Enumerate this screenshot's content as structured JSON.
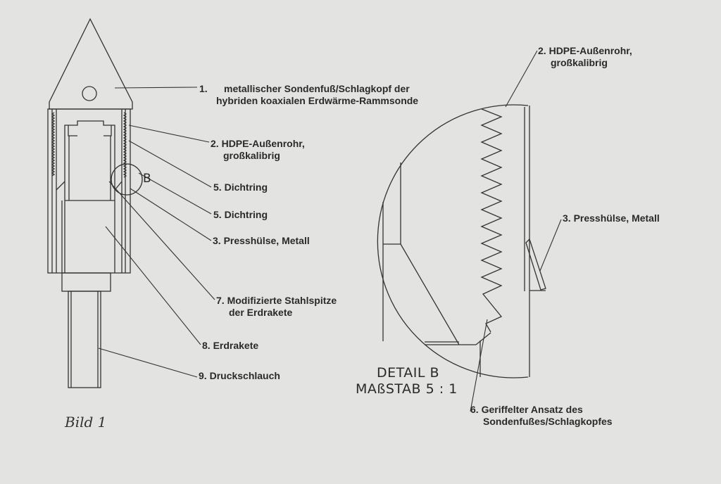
{
  "figure_label": "Bild 1",
  "detail_marker": "B",
  "main_labels": [
    {
      "num": "1.",
      "lines": [
        "metallischer Sondenfuß/Schlagkopf der",
        "hybriden koaxialen Erdwärme-Rammsonde"
      ]
    },
    {
      "num": "2.",
      "lines": [
        "HDPE-Außenrohr,",
        "großkalibrig"
      ]
    },
    {
      "num": "5.",
      "lines": [
        "Dichtring"
      ]
    },
    {
      "num": "5.",
      "lines": [
        "Dichtring"
      ]
    },
    {
      "num": "3.",
      "lines": [
        "Presshülse, Metall"
      ]
    },
    {
      "num": "7.",
      "lines": [
        "Modifizierte Stahlspitze",
        "der Erdrakete"
      ]
    },
    {
      "num": "8.",
      "lines": [
        "Erdrakete"
      ]
    },
    {
      "num": "9.",
      "lines": [
        "Druckschlauch"
      ]
    }
  ],
  "detail": {
    "title": "DETAIL B",
    "scale": "MAßSTAB 5 : 1",
    "labels": [
      {
        "num": "2.",
        "lines": [
          "HDPE-Außenrohr,",
          "großkalibrig"
        ]
      },
      {
        "num": "3.",
        "lines": [
          "Presshülse, Metall"
        ]
      },
      {
        "num": "6.",
        "lines": [
          "Geriffelter Ansatz des",
          "Sondenfußes/Schlagkopfes"
        ]
      }
    ]
  }
}
